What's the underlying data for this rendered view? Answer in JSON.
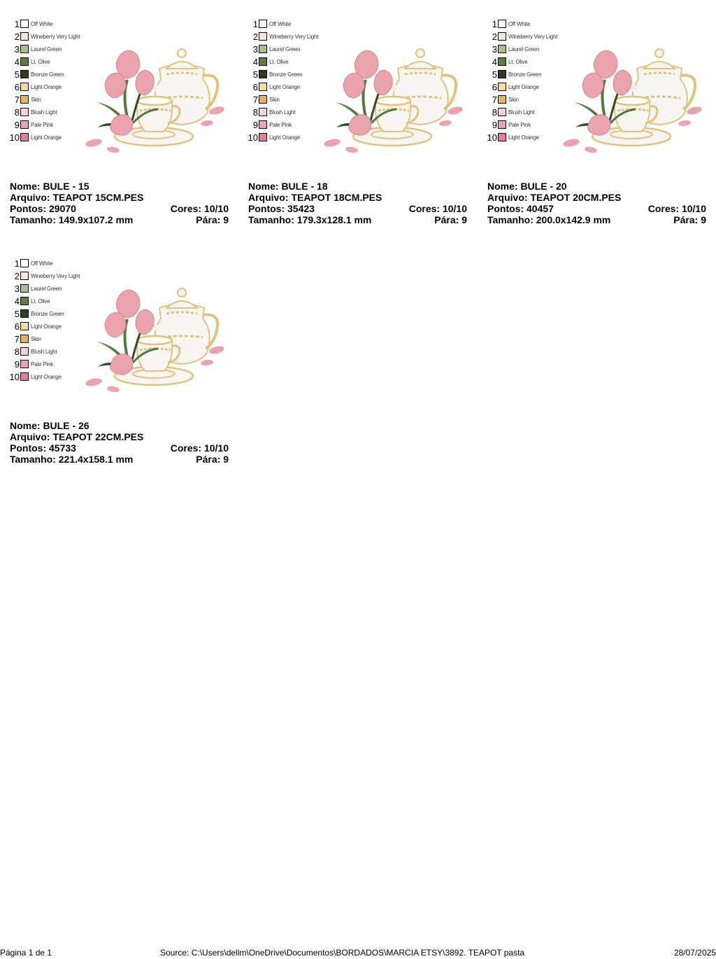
{
  "palette_colors": [
    {
      "num": "1",
      "name": "Off White",
      "color": "#ffffff"
    },
    {
      "num": "2",
      "name": "Wineberry Very Light",
      "color": "#f6e3dc"
    },
    {
      "num": "3",
      "name": "Laurel Green",
      "color": "#a9bf8c"
    },
    {
      "num": "4",
      "name": "Lt. Olive",
      "color": "#5f7f3c"
    },
    {
      "num": "5",
      "name": "Bronze Green",
      "color": "#2f3d22"
    },
    {
      "num": "6",
      "name": "Light Orange",
      "color": "#f5dc9a"
    },
    {
      "num": "7",
      "name": "Skin",
      "color": "#e6b35e"
    },
    {
      "num": "8",
      "name": "Blush Light",
      "color": "#f8d0da"
    },
    {
      "num": "9",
      "name": "Pale Pink",
      "color": "#eea3ae"
    },
    {
      "num": "10",
      "name": "Light Orange",
      "color": "#e57f8f"
    }
  ],
  "palette_colors_variant": [
    {
      "num": "1",
      "name": "Off White",
      "color": "#ffffff"
    },
    {
      "num": "2",
      "name": "Wineberry Very Light",
      "color": "#f6e3dc"
    },
    {
      "num": "3",
      "name": "Laurel Green",
      "color": "#a9bf8c"
    },
    {
      "num": "4",
      "name": "Lt. Olive",
      "color": "#5f7f3c"
    },
    {
      "num": "5",
      "name": "Bronze Green",
      "color": "#2f3d22"
    },
    {
      "num": "6",
      "name": "Light Orange",
      "color": "#f5dc9a"
    },
    {
      "num": "7",
      "name": "Skin",
      "color": "#e6b35e"
    },
    {
      "num": "8",
      "name": "Blush Light",
      "color": "#f8d0da"
    },
    {
      "num": "9",
      "name": "Pale Pink",
      "color": "#eea3ae"
    },
    {
      "num": "10",
      "name": "Light Orange",
      "color": "#e57f8f"
    }
  ],
  "designs": [
    {
      "nome": "Nome: BULE - 15",
      "arquivo": "Arquivo: TEAPOT 15CM.PES",
      "pontos": "Pontos: 29070",
      "cores": "Cores: 10/10",
      "tamanho": "Tamanho: 149.9x107.2 mm",
      "para": "Pára: 9"
    },
    {
      "nome": "Nome: BULE - 18",
      "arquivo": "Arquivo: TEAPOT 18CM.PES",
      "pontos": "Pontos: 35423",
      "cores": "Cores: 10/10",
      "tamanho": "Tamanho: 179.3x128.1 mm",
      "para": "Pára: 9"
    },
    {
      "nome": "Nome: BULE - 20",
      "arquivo": "Arquivo: TEAPOT 20CM.PES",
      "pontos": "Pontos: 40457",
      "cores": "Cores: 10/10",
      "tamanho": "Tamanho: 200.0x142.9 mm",
      "para": "Pára: 9"
    },
    {
      "nome": "Nome: BULE - 26",
      "arquivo": "Arquivo: TEAPOT 22CM.PES",
      "pontos": "Pontos: 45733",
      "cores": "Cores: 10/10",
      "tamanho": "Tamanho: 221.4x158.1 mm",
      "para": "Pára: 9"
    }
  ],
  "footer": {
    "page": "Página 1 de 1",
    "source": "Source: C:\\Users\\dellm\\OneDrive\\Documentos\\BORDADOS\\MARCIA ETSY\\3892. TEAPOT pasta",
    "date": "28/07/2025"
  },
  "design_image": {
    "description": "teapot-with-teacup-and-pink-tulips-embroidery",
    "colors": {
      "tulip": "#eba3ad",
      "tulip_dark": "#d98391",
      "leaf": "#4f7a3a",
      "leaf_dark": "#2f4d25",
      "gold": "#e2c27a",
      "porcelain": "#f7f5f2"
    }
  }
}
